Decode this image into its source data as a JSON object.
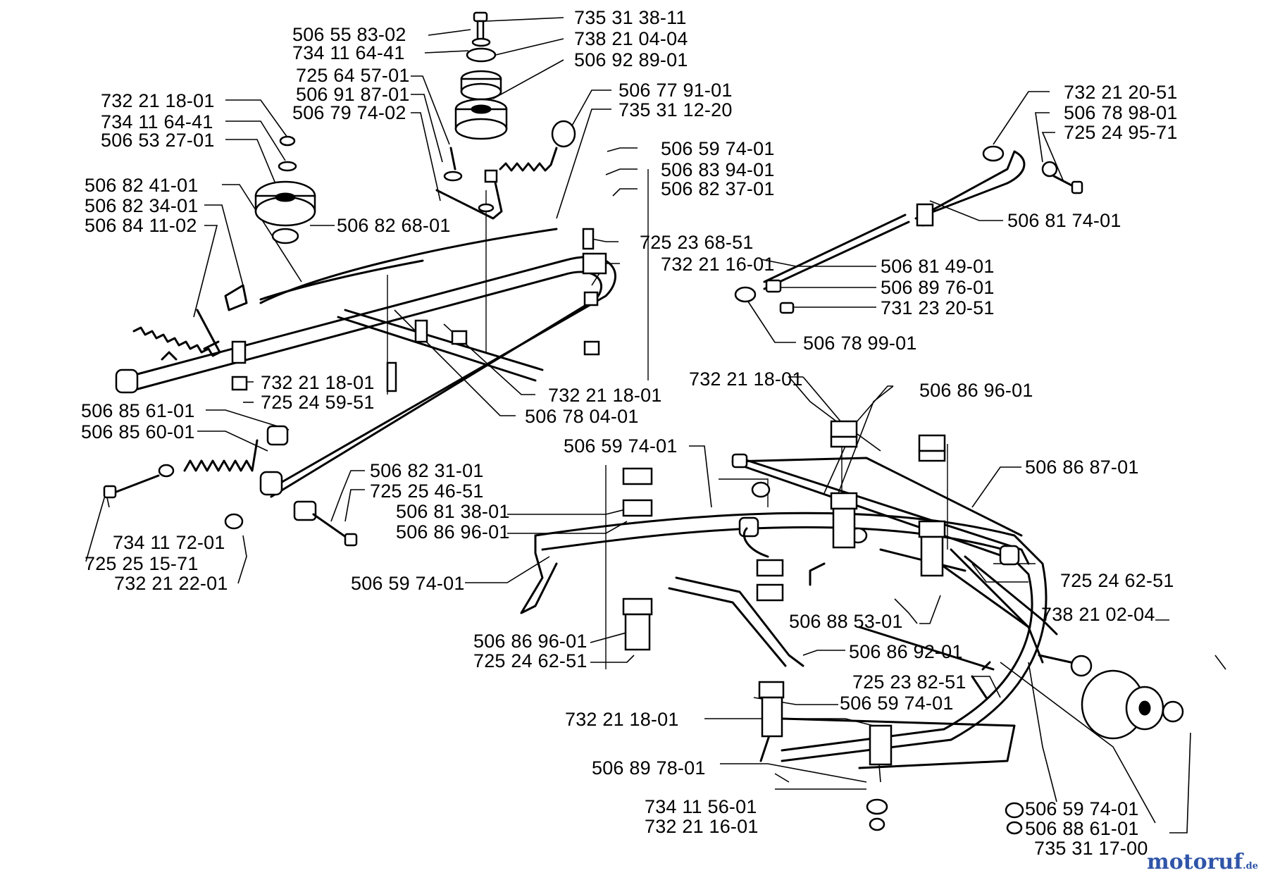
{
  "labels": [
    {
      "id": "l01",
      "text": "735 31 38-11"
    },
    {
      "id": "l02",
      "text": "506 55 83-02"
    },
    {
      "id": "l03",
      "text": "738 21 04-04"
    },
    {
      "id": "l04",
      "text": "734 11 64-41"
    },
    {
      "id": "l05",
      "text": "506 92 89-01"
    },
    {
      "id": "l06",
      "text": "725 64 57-01"
    },
    {
      "id": "l07",
      "text": "506 91 87-01"
    },
    {
      "id": "l08",
      "text": "506 79 74-02"
    },
    {
      "id": "l09",
      "text": "506 77 91-01"
    },
    {
      "id": "l10",
      "text": "735 31 12-20"
    },
    {
      "id": "l11",
      "text": "732 21 18-01"
    },
    {
      "id": "l12",
      "text": "734 11 64-41"
    },
    {
      "id": "l13",
      "text": "506 53 27-01"
    },
    {
      "id": "l14",
      "text": "506 82 41-01"
    },
    {
      "id": "l15",
      "text": "506 82 34-01"
    },
    {
      "id": "l16",
      "text": "506 84 11-02"
    },
    {
      "id": "l17",
      "text": "506 82 68-01"
    },
    {
      "id": "l18",
      "text": "506 59 74-01"
    },
    {
      "id": "l19",
      "text": "506 83 94-01"
    },
    {
      "id": "l20",
      "text": "506 82 37-01"
    },
    {
      "id": "l21",
      "text": "725 23 68-51"
    },
    {
      "id": "l22",
      "text": "732 21 16-01"
    },
    {
      "id": "l23",
      "text": "732 21 20-51"
    },
    {
      "id": "l24",
      "text": "506 78 98-01"
    },
    {
      "id": "l25",
      "text": "725 24 95-71"
    },
    {
      "id": "l26",
      "text": "506 81 74-01"
    },
    {
      "id": "l27",
      "text": "506 81 49-01"
    },
    {
      "id": "l28",
      "text": "506 89 76-01"
    },
    {
      "id": "l29",
      "text": "731 23 20-51"
    },
    {
      "id": "l30",
      "text": "506 78 99-01"
    },
    {
      "id": "l31",
      "text": "732 21 18-01"
    },
    {
      "id": "l32",
      "text": "725 24 59-51"
    },
    {
      "id": "l33",
      "text": "732 21 18-01"
    },
    {
      "id": "l34",
      "text": "506 78 04-01"
    },
    {
      "id": "l35",
      "text": "506 85 61-01"
    },
    {
      "id": "l36",
      "text": "506 85 60-01"
    },
    {
      "id": "l37",
      "text": "732 21 18-01"
    },
    {
      "id": "l38",
      "text": "506 86 96-01"
    },
    {
      "id": "l39",
      "text": "506 59 74-01"
    },
    {
      "id": "l40",
      "text": "506 86 87-01"
    },
    {
      "id": "l41",
      "text": "506 82 31-01"
    },
    {
      "id": "l42",
      "text": "725 25 46-51"
    },
    {
      "id": "l43",
      "text": "506 81 38-01"
    },
    {
      "id": "l44",
      "text": "506 86 96-01"
    },
    {
      "id": "l45",
      "text": "734 11 72-01"
    },
    {
      "id": "l46",
      "text": "725 25 15-71"
    },
    {
      "id": "l47",
      "text": "732 21 22-01"
    },
    {
      "id": "l48",
      "text": "506 59 74-01"
    },
    {
      "id": "l49",
      "text": "725 24 62-51"
    },
    {
      "id": "l50",
      "text": "506 88 53-01"
    },
    {
      "id": "l51",
      "text": "738 21 02-04"
    },
    {
      "id": "l52",
      "text": "506 86 96-01"
    },
    {
      "id": "l53",
      "text": "725 24 62-51"
    },
    {
      "id": "l54",
      "text": "506 86 92-01"
    },
    {
      "id": "l55",
      "text": "725 23 82-51"
    },
    {
      "id": "l56",
      "text": "506 59 74-01"
    },
    {
      "id": "l57",
      "text": "732 21 18-01"
    },
    {
      "id": "l58",
      "text": "506 89 78-01"
    },
    {
      "id": "l59",
      "text": "734 11 56-01"
    },
    {
      "id": "l60",
      "text": "732 21 16-01"
    },
    {
      "id": "l61",
      "text": "506 59 74-01"
    },
    {
      "id": "l62",
      "text": "506 88 61-01"
    },
    {
      "id": "l63",
      "text": "735 31 17-00"
    }
  ],
  "watermark": {
    "name": "motoruf",
    "suffix": ".de"
  }
}
